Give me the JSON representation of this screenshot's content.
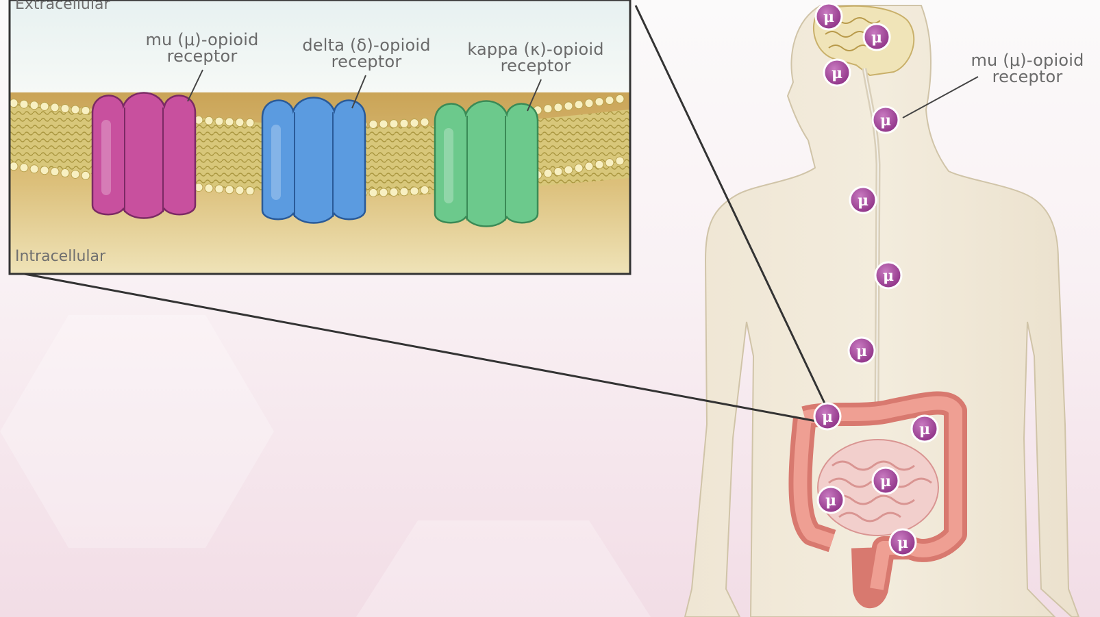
{
  "inset": {
    "extracellular_label": "Extracellular",
    "intracellular_label": "Intracellular",
    "receptors": [
      {
        "line1": "mu (μ)-opioid",
        "line2": "receptor",
        "color": "#c8509e"
      },
      {
        "line1": "delta (δ)-opioid",
        "line2": "receptor",
        "color": "#5b9be0"
      },
      {
        "line1": "kappa (κ)-opioid",
        "line2": "receptor",
        "color": "#6cc98c"
      }
    ]
  },
  "body_figure": {
    "callout": {
      "line1": "mu (μ)-opioid",
      "line2": "receptor"
    },
    "marker_symbol": "μ",
    "marker_color": "#9c3c92"
  }
}
